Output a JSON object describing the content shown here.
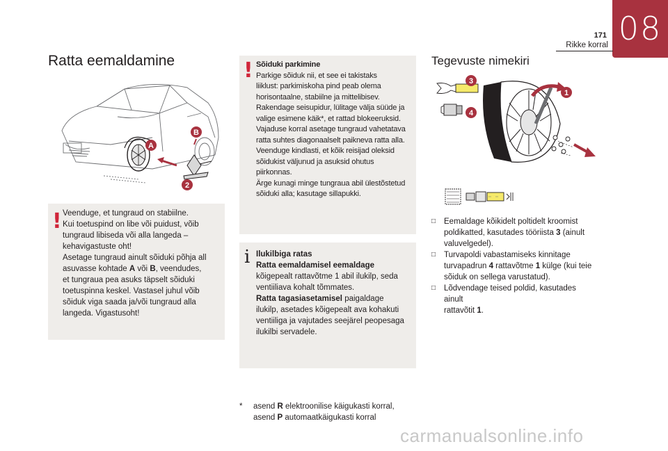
{
  "header": {
    "chapter": "08",
    "page_number": "171",
    "section": "Rikke korral"
  },
  "left": {
    "title": "Ratta eemaldamine",
    "illustration": {
      "labels": {
        "a": "A",
        "b": "B",
        "two": "2"
      }
    },
    "warning": {
      "icon": "exclamation-icon",
      "lines": [
        "Veenduge, et tungraud on stabiilne.",
        "Kui toetuspind on libe või puidust, võib",
        "tungraud libiseda või alla langeda –",
        "kehavigastuste oht!",
        "Asetage tungraud ainult sõiduki põhja all",
        "asuvasse kohtade "
      ],
      "loc_a": "A",
      "or": " või ",
      "loc_b": "B",
      "line6_end": ", veendudes,",
      "lines_after": [
        "et tungraua pea asuks täpselt sõiduki",
        "toetuspinna keskel. Vastasel juhul võib",
        "sõiduk viga saada ja/või tungraud alla",
        "langeda. Vigastusoht!"
      ]
    }
  },
  "middle": {
    "warning": {
      "icon": "exclamation-icon",
      "title": "Sõiduki parkimine",
      "lines": [
        "Parkige sõiduk nii, et see ei takistaks",
        "liiklust: parkimiskoha pind peab olema",
        "horisontaalne, stabiilne ja mittelibisev.",
        "Rakendage seisupidur, lülitage välja süüde ja",
        "valige esimene käik*, et rattad blokeeruksid.",
        "Vajaduse korral asetage tungraud vahetatava",
        "ratta suhtes diagonaalselt paikneva ratta alla.",
        "Veenduge kindlasti, et kõik reisijad oleksid",
        "sõidukist väljunud ja asuksid ohutus",
        "piirkonnas.",
        "Ärge kunagi minge tungraua abil ülestõstetud",
        "sõiduki alla; kasutage sillapukki."
      ]
    },
    "info": {
      "icon": "info-icon",
      "title": "Ilukilbiga ratas",
      "sub1": "Ratta eemaldamisel eemaldage",
      "lines1": [
        "kõigepealt rattavõtme 1 abil ilukilp, seda",
        "ventiiliava kohalt tõmmates."
      ],
      "sub2": "Ratta tagasiasetamisel",
      "sub2_rest": " paigaldage",
      "lines2": [
        "ilukilp, asetades kõigepealt ava kohakuti",
        "ventiiliga ja vajutades seejärel peopesaga",
        "ilukilbi servadele."
      ]
    },
    "footnote": {
      "star": "*",
      "l1a": "asend ",
      "l1b": "R",
      "l1c": " elektroonilise käigukasti korral,",
      "l2a": "asend ",
      "l2b": "P",
      "l2c": " automaatkäigukasti korral"
    }
  },
  "right": {
    "title": "Tegevuste nimekiri",
    "illustration": {
      "labels": {
        "one": "1",
        "three": "3",
        "four": "4"
      }
    },
    "bullet": "□",
    "steps": [
      {
        "a": "Eemaldage kõikidelt poltidelt kroomist",
        "b": "poldikatted, kasutades tööriista ",
        "c": "3",
        "d": " (ainult",
        "e": "valuvelgedel)."
      },
      {
        "a": "Turvapoldi vabastamiseks kinnitage",
        "b": "turvapadrun ",
        "c": "4",
        "d": " rattavõtme ",
        "e": "1",
        "f": " külge (kui teie",
        "g": "sõiduk on sellega varustatud)."
      },
      {
        "a": "Lõdvendage teised poldid, kasutades ainult",
        "b": "rattavõtit ",
        "c": "1",
        "d": "."
      }
    ]
  },
  "watermark": "carmanualsonline.info",
  "colors": {
    "accent": "#a8323f",
    "warning": "#d0263a",
    "box": "#efedea",
    "highlight": "#f5e96a"
  }
}
